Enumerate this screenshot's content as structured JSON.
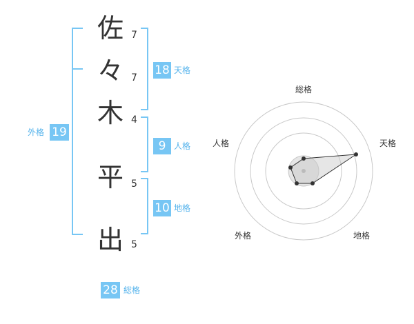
{
  "name": {
    "chars": [
      "佐",
      "々",
      "木",
      "平",
      "出"
    ],
    "strokes": [
      "7",
      "7",
      "4",
      "5",
      "5"
    ]
  },
  "kakusu": {
    "tenkaku": {
      "value": "18",
      "label": "天格"
    },
    "jinkaku": {
      "value": "9",
      "label": "人格"
    },
    "chikaku": {
      "value": "10",
      "label": "地格"
    },
    "gaikaku": {
      "value": "19",
      "label": "外格"
    },
    "soukaku": {
      "value": "28",
      "label": "総格"
    }
  },
  "radar": {
    "axis_labels": [
      "総格",
      "天格",
      "地格",
      "外格",
      "人格"
    ],
    "colors": {
      "ring": "#c8c8c8",
      "fill": "#e6e6e6",
      "stroke": "#333333",
      "point": "#333333"
    }
  },
  "colors": {
    "accent": "#77c6f4",
    "text": "#333333"
  }
}
